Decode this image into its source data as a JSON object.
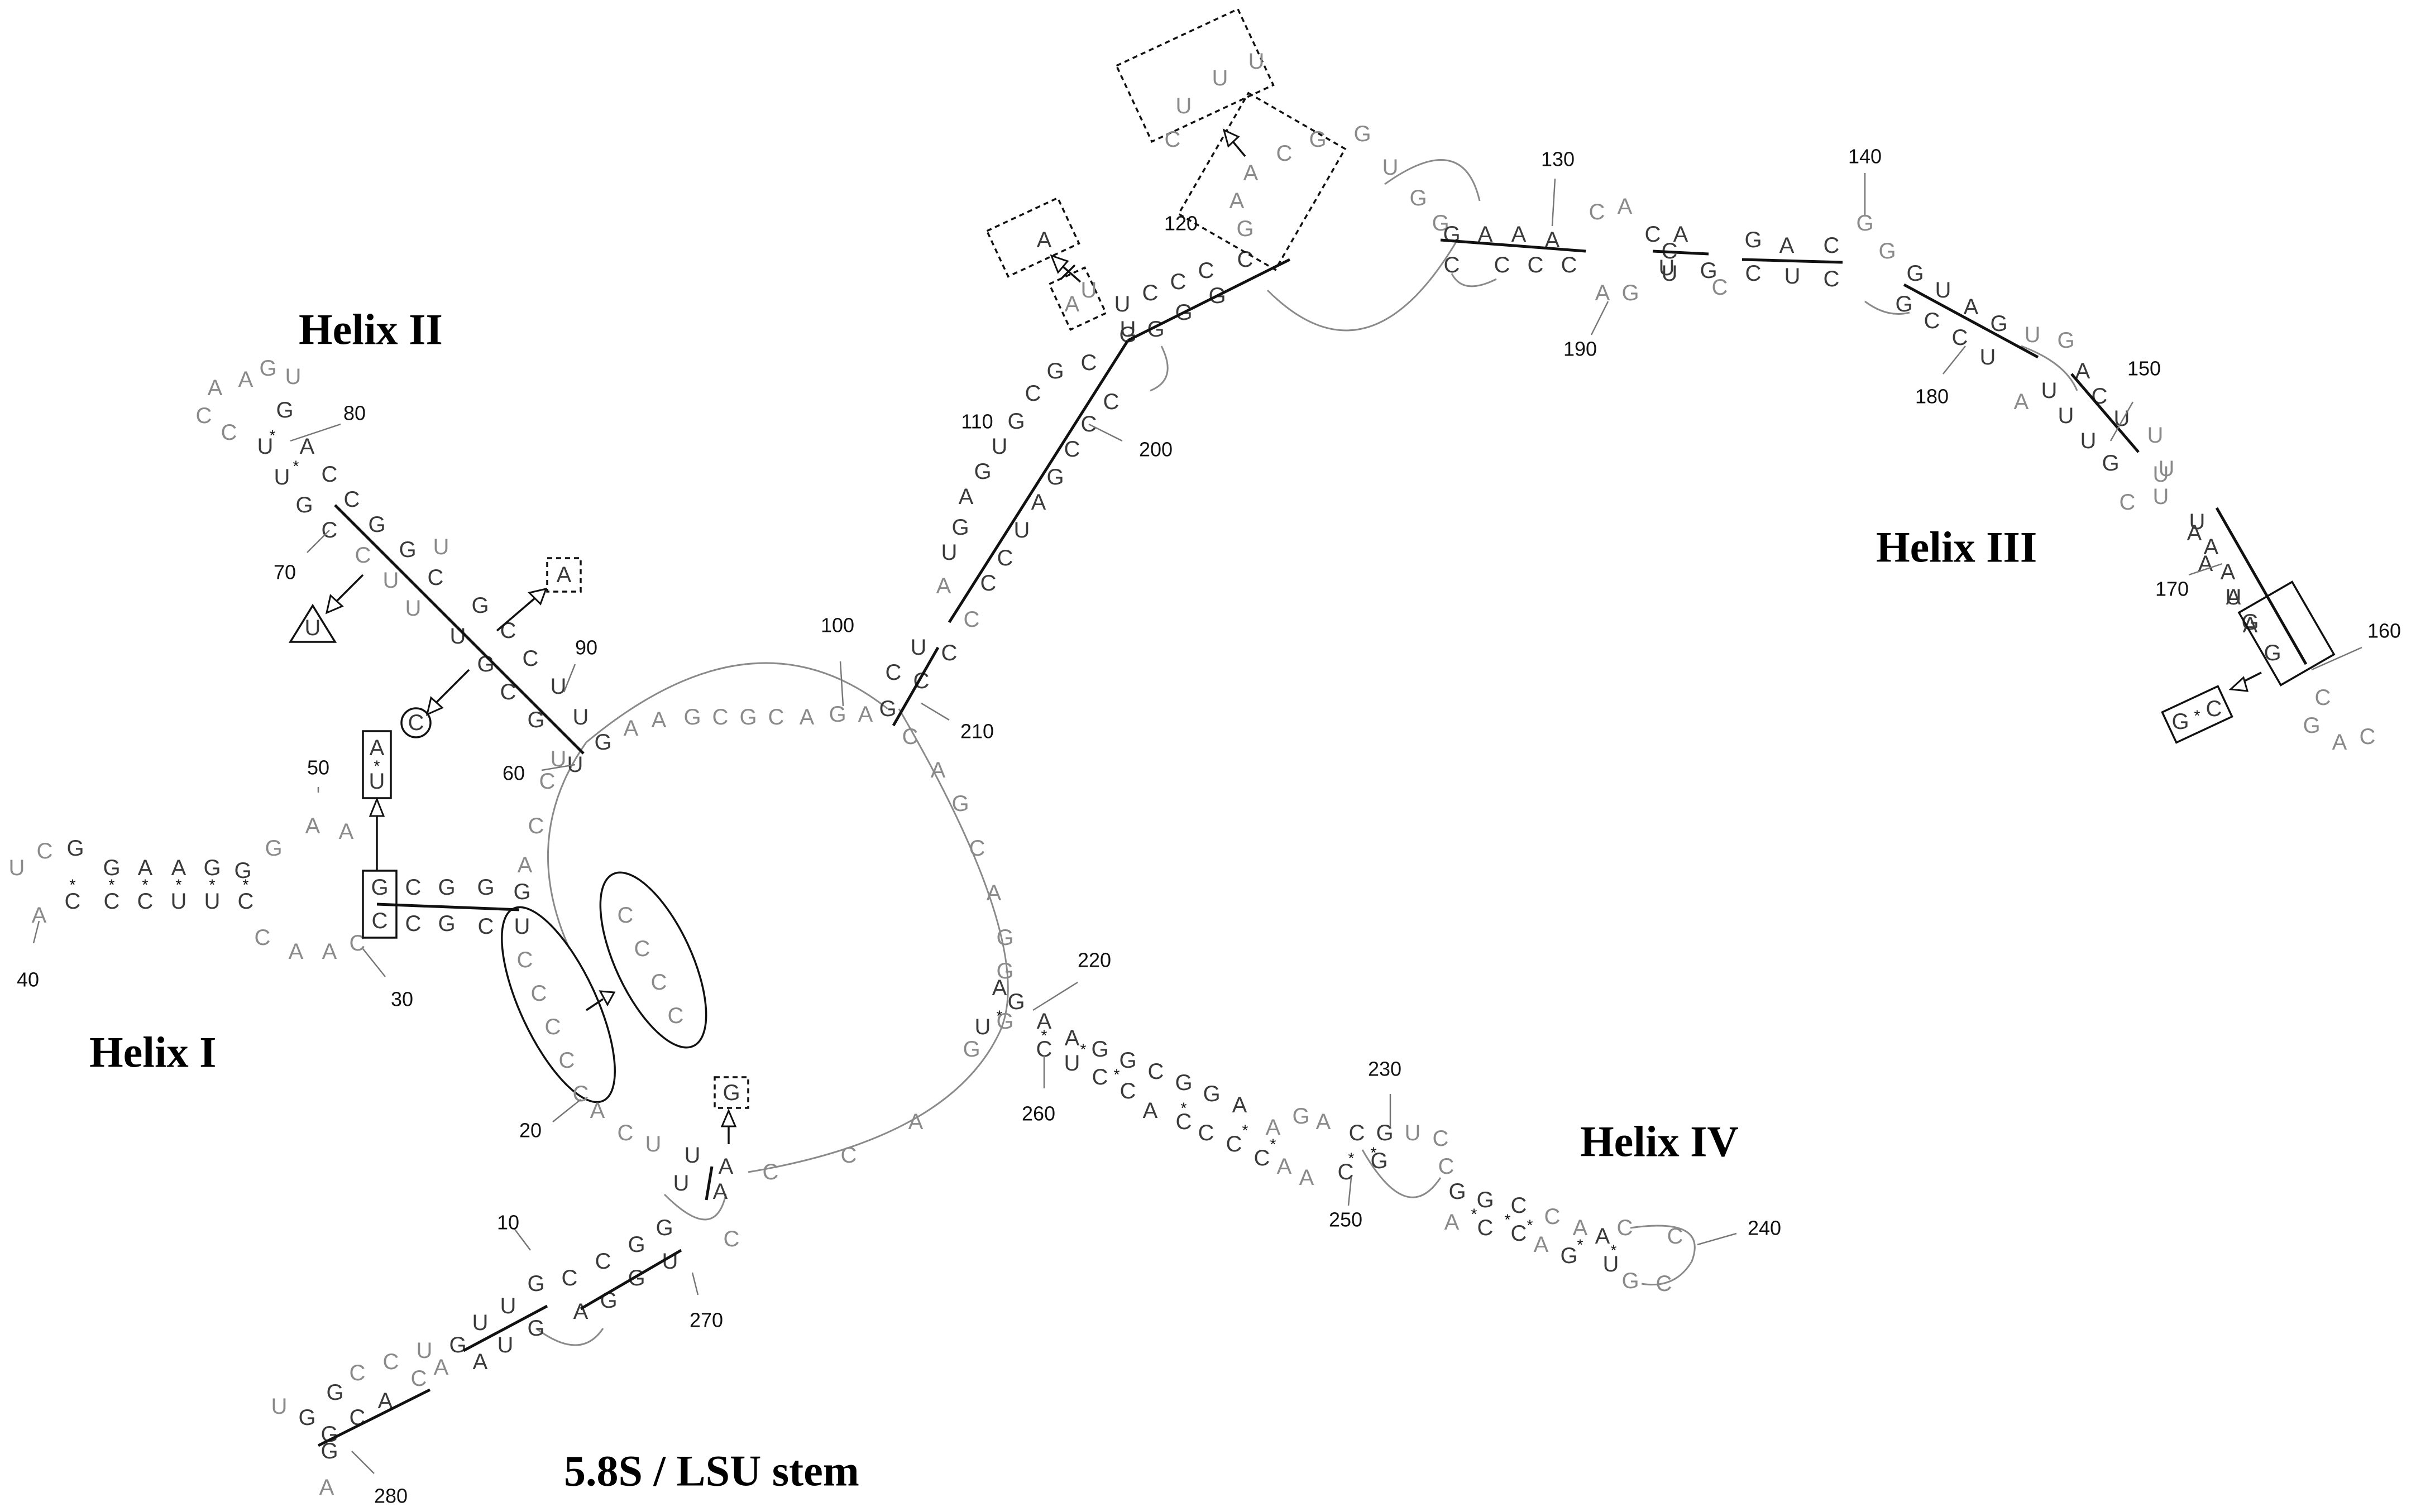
{
  "labels": {
    "helix1": "Helix I",
    "helix2": "Helix II",
    "helix3": "Helix III",
    "helix4": "Helix IV",
    "stem": "5.8S / LSU stem"
  },
  "numbers": [
    "10",
    "20",
    "30",
    "40",
    "50",
    "60",
    "70",
    "80",
    "90",
    "100",
    "110",
    "120",
    "130",
    "140",
    "150",
    "160",
    "170",
    "180",
    "190",
    "200",
    "210",
    "220",
    "230",
    "240",
    "250",
    "260",
    "270",
    "280"
  ],
  "variants": {
    "h2_a": "A",
    "h2_u": "U",
    "h2_c": "C",
    "h1_pair": [
      "A",
      "U"
    ],
    "h3_pair": [
      "G",
      "C"
    ],
    "h3_loop": [
      "C",
      "U",
      "U",
      "U"
    ],
    "h3_a": "A",
    "junction_g": "G",
    "oval": [
      "C",
      "C",
      "C",
      "C"
    ]
  },
  "sequences": {
    "helix1_5p": [
      "G",
      "G",
      "A",
      "A",
      "G"
    ],
    "helix1_3p": [
      "C",
      "C",
      "C",
      "U",
      "U",
      "C"
    ],
    "helix1_loop": [
      "U",
      "C",
      "A"
    ],
    "helix1_ins": [
      "G",
      "C",
      "G",
      "G"
    ],
    "helix1_ins3": [
      "C",
      "G",
      "C",
      "U"
    ],
    "helix2_5p": [
      "C",
      "U",
      "U",
      "G",
      "G",
      "C",
      "U",
      "G",
      "C",
      "U"
    ],
    "helix2_3p": [
      "A",
      "C",
      "C",
      "G",
      "G",
      "U",
      "C",
      "G",
      "C",
      "U",
      "U"
    ],
    "helix2_loop": [
      "A",
      "G",
      "C",
      "U",
      "C"
    ],
    "linker_top": [
      "G",
      "A",
      "A",
      "G",
      "C",
      "G",
      "C",
      "A",
      "G",
      "A",
      "G"
    ],
    "linker_right": [
      "C",
      "A",
      "G",
      "C",
      "A",
      "G",
      "G",
      "A"
    ],
    "helix3_stem5": [
      "G",
      "U",
      "G",
      "A",
      "G",
      "U",
      "G",
      "C",
      "G",
      "U"
    ],
    "helix3_stem3": [
      "C",
      "C",
      "G",
      "U",
      "A",
      "G",
      "C",
      "C",
      "A",
      "G",
      "G",
      "G"
    ],
    "helix3_upper": [
      "U",
      "C",
      "C",
      "C",
      "A",
      "G",
      "A",
      "C",
      "U",
      "G",
      "G",
      "G",
      "A",
      "A",
      "C",
      "A",
      "C",
      "A",
      "G",
      "A",
      "C",
      "G",
      "G",
      "U",
      "A",
      "G",
      "U",
      "G",
      "A",
      "C",
      "U",
      "U",
      "A",
      "A",
      "G",
      "C"
    ],
    "helix3_lower": [
      "C",
      "C",
      "C",
      "A",
      "G",
      "U",
      "C",
      "C",
      "U",
      "C",
      "G",
      "C",
      "C",
      "U",
      "A",
      "U",
      "U",
      "G",
      "C",
      "U",
      "A",
      "A",
      "U",
      "G"
    ],
    "helix4_top": [
      "G",
      "A",
      "A",
      "G",
      "G",
      "C",
      "G",
      "G",
      "A",
      "G",
      "C",
      "G",
      "U",
      "C",
      "G",
      "G",
      "C",
      "A",
      "U",
      "C"
    ],
    "helix4_bot": [
      "U",
      "C",
      "U",
      "C",
      "C",
      "A",
      "A",
      "C",
      "G",
      "G",
      "C",
      "C",
      "A",
      "G",
      "U",
      "G",
      "C"
    ],
    "stem_5p": [
      "G",
      "U",
      "C",
      "C",
      "U",
      "G",
      "U",
      "C",
      "G",
      "G",
      "U",
      "A",
      "G",
      "U"
    ],
    "stem_3p": [
      "A",
      "G",
      "U",
      "C",
      "U",
      "U",
      "G",
      "G",
      "A",
      "C",
      "A",
      "C",
      "G",
      "G"
    ],
    "junction": [
      "A",
      "C",
      "C",
      "A",
      "G",
      "G"
    ],
    "bottom": [
      "A",
      "C",
      "U",
      "U",
      "A",
      "C",
      "C",
      "C",
      "C"
    ]
  }
}
